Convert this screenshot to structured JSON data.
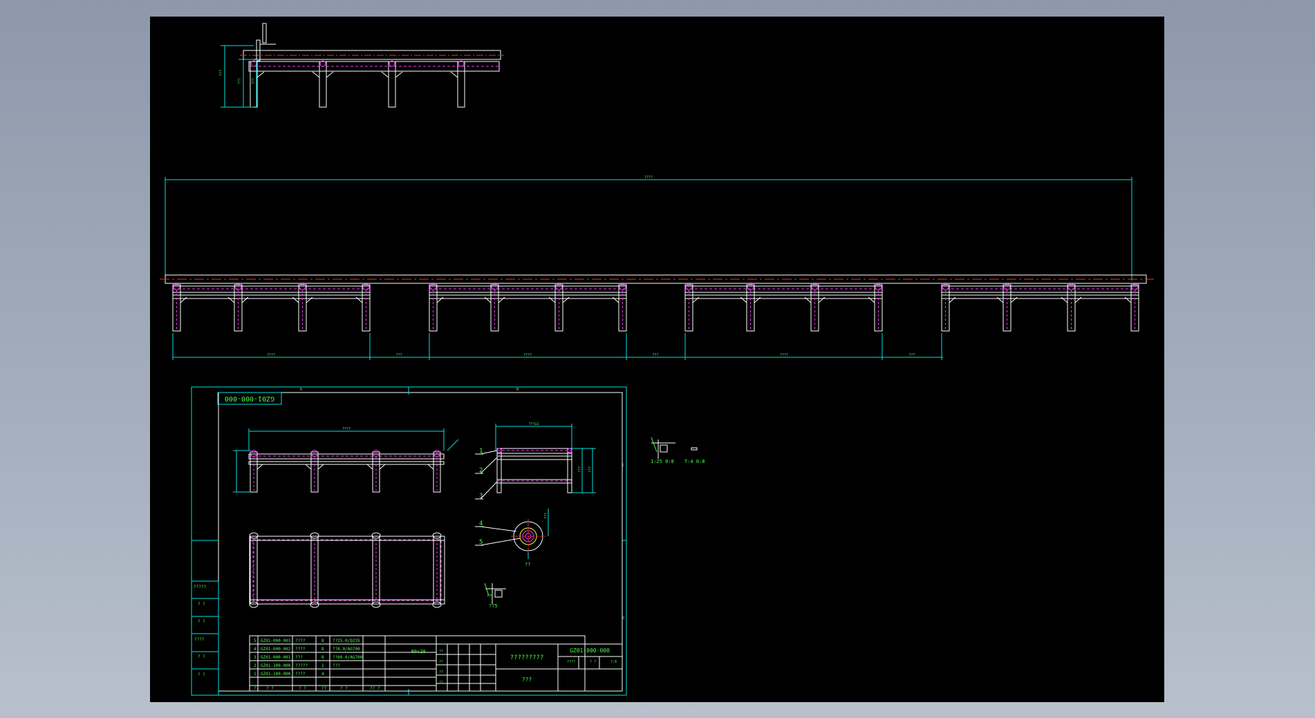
{
  "colors": {
    "background": "#000000",
    "dimension": "#00e5e5",
    "geometry": "#ffffff",
    "hidden": "#ff33ff",
    "centerline": "#ff2a2a",
    "text": "#4dff4d",
    "frame": "#00e5e5"
  },
  "top_view": {
    "dims": [
      "???",
      "???",
      "???"
    ]
  },
  "main_view": {
    "overall_dim": "????",
    "segment_dims": [
      "????",
      "???",
      "????",
      "???",
      "????",
      "???"
    ]
  },
  "sheet": {
    "drawing_no_rotated": "GZ01-000-000",
    "front_dim": "????",
    "side_dim_top": "???±1",
    "side_dims": [
      "???",
      "???"
    ],
    "callouts": [
      "1",
      "2",
      "3",
      "4",
      "5"
    ],
    "detail_dim": "???",
    "detail_label": "??",
    "detail_small_label": "??5",
    "revision_marks": [
      "A",
      "B",
      "C",
      "D"
    ],
    "left_block": [
      "?????",
      "? ?",
      "? ?",
      "????",
      "? ?",
      "? ?"
    ],
    "bom": [
      {
        "no": "5",
        "code": "GZ01-000-003",
        "name": "????",
        "qty": "8",
        "material": "??25.0/Q235"
      },
      {
        "no": "4",
        "code": "GZ01-000-002",
        "name": "????",
        "qty": "8",
        "material": "??6.0/AG700"
      },
      {
        "no": "3",
        "code": "GZ01-000-001",
        "name": "???",
        "qty": "8",
        "material": "??60.0/AG700"
      },
      {
        "no": "2",
        "code": "GZ01-200-000",
        "name": "?????",
        "qty": "1",
        "material": "???"
      },
      {
        "no": "1",
        "code": "GZ01-100-000",
        "name": "????",
        "qty": "4",
        "material": ""
      }
    ],
    "bom_header": [
      "??",
      "?  ?",
      "?  ?",
      "??",
      "?  ?",
      "??  ?"
    ],
    "bom_note": "80×20",
    "title_block": {
      "company": "?????????",
      "drawing_no": "GZ01-000-000",
      "stage_labels": [
        "????",
        "? ?",
        "?:8"
      ],
      "project": "???",
      "roles": [
        "??",
        "??",
        "??",
        "??"
      ]
    }
  },
  "side_detail": {
    "label_a": "1:25 0:8",
    "label_b": "T:4 0:8"
  }
}
